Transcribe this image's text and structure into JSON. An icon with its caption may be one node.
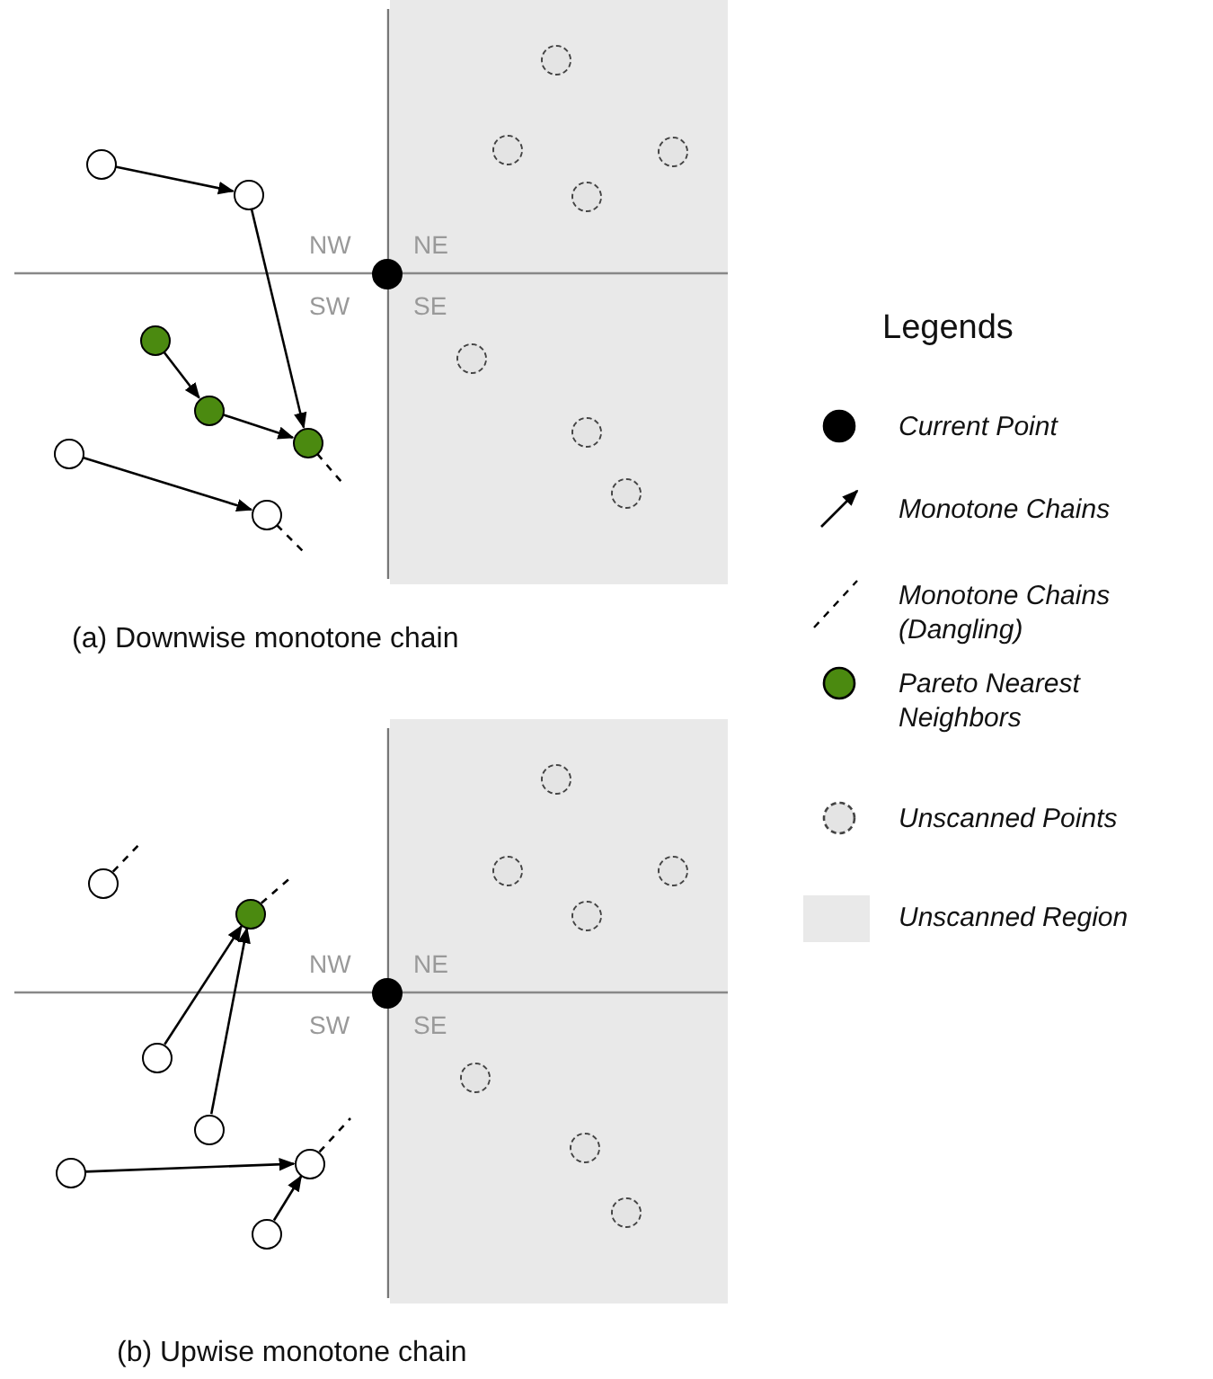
{
  "diagram": {
    "nodes": [
      {
        "text": [],
        "shape": "circle"
      },
      {
        "text": [],
        "shape": "circle"
      },
      {
        "text": [],
        "shape": "circle"
      },
      {
        "text": [],
        "shape": "circle"
      },
      {
        "text": [],
        "shape": "circle"
      },
      {
        "text": [],
        "shape": "circle"
      },
      {
        "text": [],
        "shape": "circle"
      },
      {
        "text": [],
        "shape": "circle"
      },
      {
        "text": [],
        "shape": "circle"
      },
      {
        "text": [],
        "shape": "circle"
      },
      {
        "text": [],
        "shape": "circle"
      },
      {
        "text": [],
        "shape": "circle"
      },
      {
        "text": [],
        "shape": "circle"
      },
      {
        "text": [],
        "shape": "circle"
      },
      {
        "text": [],
        "shape": "circle"
      },
      {
        "text": [],
        "shape": "circle"
      },
      {
        "text": [],
        "shape": "circle"
      },
      {
        "text": [],
        "shape": "circle"
      },
      {
        "text": [],
        "shape": "circle"
      },
      {
        "text": [],
        "shape": "circle"
      },
      {
        "text": [],
        "shape": "circle"
      },
      {
        "text": [],
        "shape": "circle"
      },
      {
        "text": [],
        "shape": "circle"
      },
      {
        "text": [],
        "shape": "circle"
      },
      {
        "text": [],
        "shape": "circle"
      },
      {
        "text": [],
        "shape": "circle"
      },
      {
        "text": [],
        "shape": "circle"
      },
      {
        "text": [],
        "shape": "circle"
      },
      {
        "text": [],
        "shape": "circle"
      },
      {
        "text": [],
        "shape": "circle"
      }
    ],
    "edges": [
      {
        "from": 1,
        "to": 2,
        "arrow": "to"
      },
      {
        "from": 2,
        "to": 5,
        "arrow": "to"
      },
      {
        "from": 3,
        "to": 4,
        "arrow": "to"
      },
      {
        "from": 4,
        "to": 5,
        "arrow": "to"
      },
      {
        "from": 6,
        "to": 7,
        "arrow": "to"
      },
      {
        "from": 5,
        "to": null,
        "arrow": "none",
        "style": "dashed"
      },
      {
        "from": 7,
        "to": null,
        "arrow": "none",
        "style": "dashed"
      },
      {
        "from": 16,
        "to": null,
        "arrow": "none",
        "style": "dashed"
      },
      {
        "from": 17,
        "to": null,
        "arrow": "none",
        "style": "dashed"
      },
      {
        "from": 18,
        "to": 17,
        "arrow": "to"
      },
      {
        "from": 19,
        "to": 17,
        "arrow": "to"
      },
      {
        "from": 20,
        "to": 21,
        "arrow": "to"
      },
      {
        "from": 22,
        "to": 21,
        "arrow": "to"
      },
      {
        "from": 21,
        "to": null,
        "arrow": "none",
        "style": "dashed"
      }
    ],
    "labels": [
      "NW",
      "NE",
      "SW",
      "SE",
      "(a) Downwise monotone chain",
      "Legends",
      "NW",
      "NE",
      "SW",
      "SE",
      "(b) Upwise monotone chain"
    ],
    "legend": [
      {
        "text": "Current Point"
      },
      {
        "text": "Monotone Chains"
      },
      {
        "text": "Monotone Chains (Dangling)"
      },
      {
        "text": "Pareto Nearest Neighbors"
      },
      {
        "text": "Unscanned Points"
      },
      {
        "text": "Unscanned Region",
        "color": "#e9e9e9"
      }
    ]
  }
}
